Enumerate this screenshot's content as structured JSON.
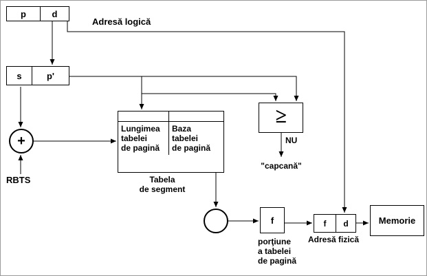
{
  "registers": {
    "logical": [
      "p",
      "d"
    ],
    "segment_page": [
      "s",
      "p'"
    ],
    "physical": [
      "f",
      "d"
    ]
  },
  "segment_table": {
    "col_length": "Lungimea\ntabelei\nde pagină",
    "col_base": "Baza\ntabelei\nde pagină",
    "caption": "Tabela\nde segment"
  },
  "labels": {
    "logical_address": "Adresă logică",
    "rbts": "RBTS",
    "no": "NU",
    "trap": "\"capcană\"",
    "page_table_portion": "porţiune\na tabelei\nde pagină",
    "physical_address": "Adresă fizică",
    "memory": "Memorie"
  },
  "symbols": {
    "adder": "+",
    "comparator": "≥",
    "frame": "f"
  },
  "colors": {
    "line": "#000000",
    "background": "#ffffff"
  }
}
